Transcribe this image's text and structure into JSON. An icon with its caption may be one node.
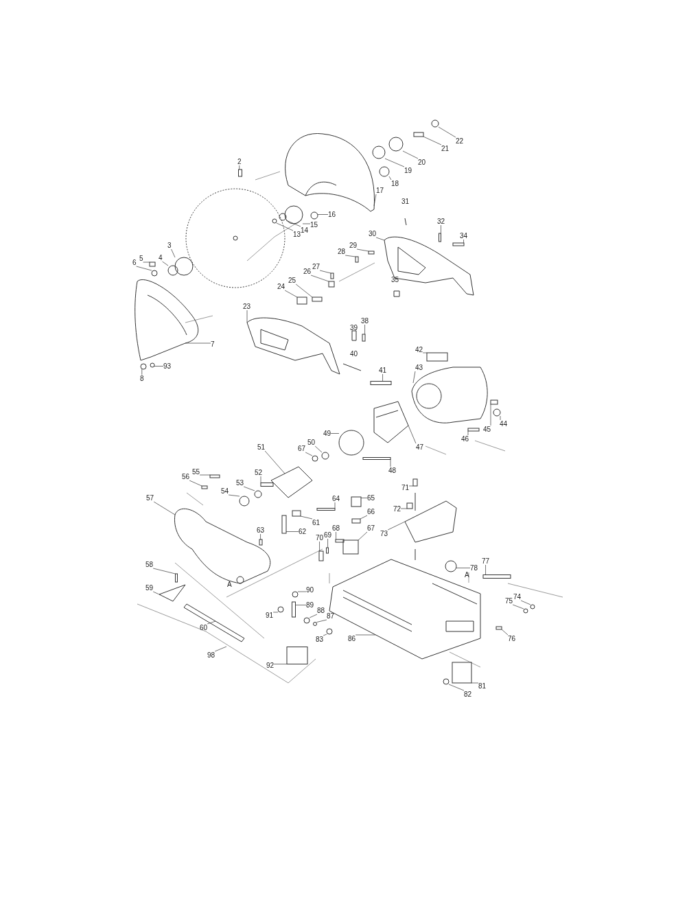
{
  "diagram": {
    "nodes": [
      {
        "text": [
          "22"
        ]
      },
      {
        "text": [
          "21"
        ]
      },
      {
        "text": [
          "20"
        ]
      },
      {
        "text": [
          "19"
        ]
      },
      {
        "text": [
          "18"
        ]
      },
      {
        "text": [
          "17"
        ]
      },
      {
        "text": [
          "2"
        ]
      },
      {
        "text": [
          "16"
        ]
      },
      {
        "text": [
          "15"
        ]
      },
      {
        "text": [
          "14"
        ]
      },
      {
        "text": [
          "13"
        ]
      },
      {
        "text": [
          "3"
        ]
      },
      {
        "text": [
          "4"
        ]
      },
      {
        "text": [
          "5"
        ]
      },
      {
        "text": [
          "6"
        ]
      },
      {
        "text": [
          "7"
        ]
      },
      {
        "text": [
          "93"
        ]
      },
      {
        "text": [
          "8"
        ]
      },
      {
        "text": [
          "32"
        ]
      },
      {
        "text": [
          "34"
        ]
      },
      {
        "text": [
          "30"
        ]
      },
      {
        "text": [
          "29"
        ]
      },
      {
        "text": [
          "28"
        ]
      },
      {
        "text": [
          "27"
        ]
      },
      {
        "text": [
          "26"
        ]
      },
      {
        "text": [
          "25"
        ]
      },
      {
        "text": [
          "24"
        ]
      },
      {
        "text": [
          "23"
        ]
      },
      {
        "text": [
          "38"
        ]
      },
      {
        "text": [
          "41"
        ]
      },
      {
        "text": [
          "42"
        ]
      },
      {
        "text": [
          "43"
        ]
      },
      {
        "text": [
          "45"
        ]
      },
      {
        "text": [
          "44"
        ]
      },
      {
        "text": [
          "46"
        ]
      },
      {
        "text": [
          "47"
        ]
      },
      {
        "text": [
          "49"
        ]
      },
      {
        "text": [
          "48"
        ]
      },
      {
        "text": [
          "50"
        ]
      },
      {
        "text": [
          "67"
        ]
      },
      {
        "text": [
          "51"
        ]
      },
      {
        "text": [
          "52"
        ]
      },
      {
        "text": [
          "53"
        ]
      },
      {
        "text": [
          "54"
        ]
      },
      {
        "text": [
          "55"
        ]
      },
      {
        "text": [
          "56"
        ]
      },
      {
        "text": [
          "57"
        ]
      },
      {
        "text": [
          "63"
        ]
      },
      {
        "text": [
          "62"
        ]
      },
      {
        "text": [
          "61"
        ]
      },
      {
        "text": [
          "64"
        ]
      },
      {
        "text": [
          "65"
        ]
      },
      {
        "text": [
          "66"
        ]
      },
      {
        "text": [
          "67"
        ]
      },
      {
        "text": [
          "68"
        ]
      },
      {
        "text": [
          "69"
        ]
      },
      {
        "text": [
          "70"
        ]
      },
      {
        "text": [
          "71"
        ]
      },
      {
        "text": [
          "72"
        ]
      },
      {
        "text": [
          "73"
        ]
      },
      {
        "text": [
          "78"
        ]
      },
      {
        "text": [
          "77"
        ]
      },
      {
        "text": [
          "74"
        ]
      },
      {
        "text": [
          "75"
        ]
      },
      {
        "text": [
          "76"
        ]
      },
      {
        "text": [
          "58"
        ]
      },
      {
        "text": [
          "59"
        ]
      },
      {
        "text": [
          "60"
        ]
      },
      {
        "text": [
          "98"
        ]
      },
      {
        "text": [
          "90"
        ]
      },
      {
        "text": [
          "89"
        ]
      },
      {
        "text": [
          "88"
        ]
      },
      {
        "text": [
          "87"
        ]
      },
      {
        "text": [
          "83"
        ]
      },
      {
        "text": [
          "91"
        ]
      },
      {
        "text": [
          "92"
        ]
      },
      {
        "text": [
          "86"
        ]
      },
      {
        "text": [
          "81"
        ]
      },
      {
        "text": [
          "82"
        ]
      },
      {
        "text": [],
        "shape": "circle"
      },
      {
        "text": [],
        "shape": "box"
      },
      {
        "text": [],
        "shape": "circle"
      },
      {
        "text": [],
        "shape": "circle"
      },
      {
        "text": [],
        "shape": "circle"
      },
      {
        "text": [],
        "shape": "picture"
      },
      {
        "text": [],
        "shape": "box"
      },
      {
        "text": [],
        "shape": "circle"
      },
      {
        "text": [],
        "shape": "circle"
      },
      {
        "text": [],
        "shape": "circle"
      },
      {
        "text": [],
        "shape": "circle"
      },
      {
        "text": [],
        "shape": "circle"
      },
      {
        "text": [],
        "shape": "circle"
      },
      {
        "text": [],
        "shape": "box"
      },
      {
        "text": [],
        "shape": "circle"
      },
      {
        "text": [],
        "shape": "picture"
      },
      {
        "text": [],
        "shape": "circle"
      },
      {
        "text": [],
        "shape": "circle"
      },
      {
        "text": [],
        "shape": "box"
      },
      {
        "text": [],
        "shape": "box"
      },
      {
        "text": [],
        "shape": "picture"
      },
      {
        "text": [],
        "shape": "box"
      },
      {
        "text": [],
        "shape": "box"
      },
      {
        "text": [],
        "shape": "box"
      },
      {
        "text": [],
        "shape": "box"
      },
      {
        "text": [],
        "shape": "box"
      },
      {
        "text": [],
        "shape": "box"
      },
      {
        "text": [],
        "shape": "picture"
      },
      {
        "text": [],
        "shape": "box"
      },
      {
        "text": [],
        "shape": "box"
      },
      {
        "text": [],
        "shape": "box"
      },
      {
        "text": [],
        "shape": "picture"
      },
      {
        "text": [],
        "shape": "box"
      },
      {
        "text": [],
        "shape": "circle"
      },
      {
        "text": [],
        "shape": "box"
      },
      {
        "text": [],
        "shape": "picture"
      },
      {
        "text": [],
        "shape": "circle"
      },
      {
        "text": [],
        "shape": "box"
      },
      {
        "text": [],
        "shape": "circle"
      },
      {
        "text": [],
        "shape": "circle"
      },
      {
        "text": [],
        "shape": "picture"
      },
      {
        "text": [],
        "shape": "box"
      },
      {
        "text": [],
        "shape": "circle"
      },
      {
        "text": [],
        "shape": "circle"
      },
      {
        "text": [],
        "shape": "box"
      },
      {
        "text": [],
        "shape": "box"
      },
      {
        "text": [],
        "shape": "picture"
      },
      {
        "text": [],
        "shape": "box"
      },
      {
        "text": [],
        "shape": "box"
      },
      {
        "text": [],
        "shape": "box"
      },
      {
        "text": [],
        "shape": "box"
      },
      {
        "text": [],
        "shape": "box"
      },
      {
        "text": [],
        "shape": "box"
      },
      {
        "text": [],
        "shape": "box"
      },
      {
        "text": [],
        "shape": "box"
      },
      {
        "text": [],
        "shape": "box"
      },
      {
        "text": [],
        "shape": "box"
      },
      {
        "text": [],
        "shape": "box"
      },
      {
        "text": [],
        "shape": "box"
      },
      {
        "text": [],
        "shape": "picture"
      },
      {
        "text": [],
        "shape": "circle"
      },
      {
        "text": [],
        "shape": "box"
      },
      {
        "text": [],
        "shape": "circle"
      },
      {
        "text": [],
        "shape": "circle"
      },
      {
        "text": [],
        "shape": "box"
      },
      {
        "text": [],
        "shape": "box"
      },
      {
        "text": [],
        "shape": "picture"
      },
      {
        "text": [],
        "shape": "picture"
      },
      {
        "text": [],
        "shape": "circle"
      },
      {
        "text": [],
        "shape": "box"
      },
      {
        "text": [],
        "shape": "circle"
      },
      {
        "text": [],
        "shape": "circle"
      },
      {
        "text": [],
        "shape": "circle"
      },
      {
        "text": [],
        "shape": "circle"
      },
      {
        "text": [],
        "shape": "box"
      },
      {
        "text": [],
        "shape": "picture"
      },
      {
        "text": [],
        "shape": "box"
      },
      {
        "text": [],
        "shape": "circle"
      }
    ],
    "edges": [
      {
        "from": 0,
        "to": 79,
        "arrow": "none"
      },
      {
        "from": 1,
        "to": 80,
        "arrow": "none"
      },
      {
        "from": 2,
        "to": 81,
        "arrow": "none"
      },
      {
        "from": 3,
        "to": 82,
        "arrow": "none"
      },
      {
        "from": 4,
        "to": 83,
        "arrow": "none"
      },
      {
        "from": 5,
        "to": 84,
        "arrow": "none"
      },
      {
        "from": 6,
        "to": 85,
        "arrow": "none"
      },
      {
        "from": 7,
        "to": 86,
        "arrow": "none"
      },
      {
        "from": 8,
        "to": 87,
        "arrow": "none"
      },
      {
        "from": 9,
        "to": 88,
        "arrow": "none"
      },
      {
        "from": 10,
        "to": 89,
        "arrow": "none"
      },
      {
        "from": 11,
        "to": 90,
        "arrow": "none"
      },
      {
        "from": 12,
        "to": 91,
        "arrow": "none"
      },
      {
        "from": 13,
        "to": 92,
        "arrow": "none"
      },
      {
        "from": 14,
        "to": 93,
        "arrow": "none"
      },
      {
        "from": 15,
        "to": 94,
        "arrow": "none"
      },
      {
        "from": 16,
        "to": 95,
        "arrow": "none"
      },
      {
        "from": 17,
        "to": 96,
        "arrow": "none"
      },
      {
        "from": 18,
        "to": 97,
        "arrow": "none"
      },
      {
        "from": 19,
        "to": 98,
        "arrow": "none"
      },
      {
        "from": 20,
        "to": 99,
        "arrow": "none"
      },
      {
        "from": 21,
        "to": 100,
        "arrow": "none"
      },
      {
        "from": 22,
        "to": 101,
        "arrow": "none"
      },
      {
        "from": 23,
        "to": 102,
        "arrow": "none"
      },
      {
        "from": 24,
        "to": 103,
        "arrow": "none"
      },
      {
        "from": 25,
        "to": 104,
        "arrow": "none"
      },
      {
        "from": 26,
        "to": 105,
        "arrow": "none"
      },
      {
        "from": 27,
        "to": 106,
        "arrow": "none"
      },
      {
        "from": 28,
        "to": 107,
        "arrow": "none"
      },
      {
        "from": 29,
        "to": 108,
        "arrow": "none"
      },
      {
        "from": 30,
        "to": 109,
        "arrow": "none"
      },
      {
        "from": 31,
        "to": 110,
        "arrow": "none"
      },
      {
        "from": 32,
        "to": 111,
        "arrow": "none"
      },
      {
        "from": 33,
        "to": 112,
        "arrow": "none"
      },
      {
        "from": 34,
        "to": 113,
        "arrow": "none"
      },
      {
        "from": 35,
        "to": 114,
        "arrow": "none"
      },
      {
        "from": 36,
        "to": 115,
        "arrow": "none"
      },
      {
        "from": 37,
        "to": 116,
        "arrow": "none"
      },
      {
        "from": 38,
        "to": 117,
        "arrow": "none"
      },
      {
        "from": 39,
        "to": 118,
        "arrow": "none"
      },
      {
        "from": 40,
        "to": 119,
        "arrow": "none"
      },
      {
        "from": 41,
        "to": 120,
        "arrow": "none"
      },
      {
        "from": 42,
        "to": 121,
        "arrow": "none"
      },
      {
        "from": 43,
        "to": 122,
        "arrow": "none"
      },
      {
        "from": 44,
        "to": 123,
        "arrow": "none"
      },
      {
        "from": 45,
        "to": 124,
        "arrow": "none"
      },
      {
        "from": 46,
        "to": 125,
        "arrow": "none"
      },
      {
        "from": 47,
        "to": 126,
        "arrow": "none"
      },
      {
        "from": 48,
        "to": 127,
        "arrow": "none"
      },
      {
        "from": 49,
        "to": 128,
        "arrow": "none"
      },
      {
        "from": 50,
        "to": 129,
        "arrow": "none"
      },
      {
        "from": 51,
        "to": 130,
        "arrow": "none"
      },
      {
        "from": 52,
        "to": 131,
        "arrow": "none"
      },
      {
        "from": 53,
        "to": 132,
        "arrow": "none"
      },
      {
        "from": 54,
        "to": 133,
        "arrow": "none"
      },
      {
        "from": 55,
        "to": 134,
        "arrow": "none"
      },
      {
        "from": 56,
        "to": 135,
        "arrow": "none"
      },
      {
        "from": 57,
        "to": 136,
        "arrow": "none"
      },
      {
        "from": 58,
        "to": 137,
        "arrow": "none"
      },
      {
        "from": 59,
        "to": 138,
        "arrow": "none"
      },
      {
        "from": 60,
        "to": 139,
        "arrow": "none"
      },
      {
        "from": 61,
        "to": 140,
        "arrow": "none"
      },
      {
        "from": 62,
        "to": 141,
        "arrow": "none"
      },
      {
        "from": 63,
        "to": 142,
        "arrow": "none"
      },
      {
        "from": 64,
        "to": 143,
        "arrow": "none"
      },
      {
        "from": 65,
        "to": 144,
        "arrow": "none"
      },
      {
        "from": 66,
        "to": 145,
        "arrow": "none"
      },
      {
        "from": 67,
        "to": 146,
        "arrow": "none"
      },
      {
        "from": 68,
        "to": null,
        "arrow": "none"
      },
      {
        "from": 69,
        "to": 147,
        "arrow": "none"
      },
      {
        "from": 70,
        "to": 148,
        "arrow": "none"
      },
      {
        "from": 71,
        "to": 149,
        "arrow": "none"
      },
      {
        "from": 72,
        "to": 150,
        "arrow": "none"
      },
      {
        "from": 73,
        "to": 151,
        "arrow": "none"
      },
      {
        "from": 74,
        "to": 152,
        "arrow": "none"
      },
      {
        "from": 75,
        "to": 153,
        "arrow": "none"
      },
      {
        "from": 76,
        "to": 154,
        "arrow": "none"
      },
      {
        "from": 77,
        "to": 155,
        "arrow": "none"
      },
      {
        "from": 78,
        "to": 156,
        "arrow": "none"
      }
    ],
    "labels": [
      "31",
      "35",
      "39",
      "40",
      "A",
      "A"
    ]
  }
}
